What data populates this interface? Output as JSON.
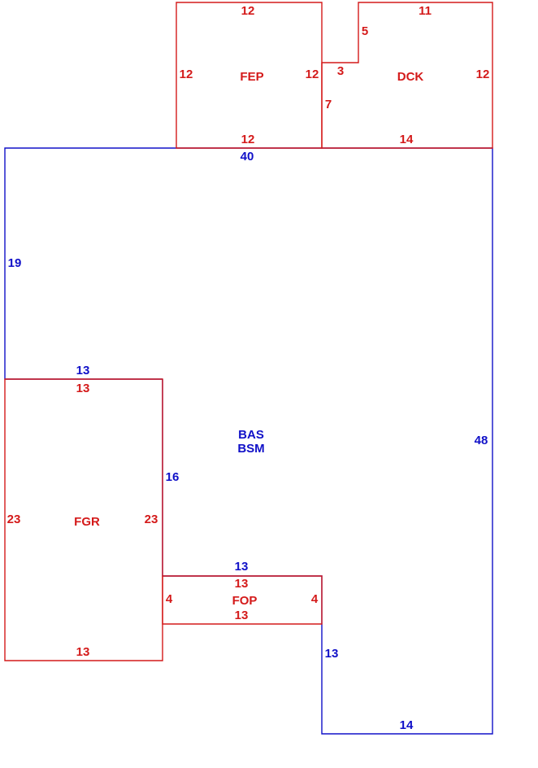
{
  "colors": {
    "main": "#1010c8",
    "addition": "#d41a1a",
    "background": "#ffffff"
  },
  "areas": {
    "main": {
      "code_1": "BAS",
      "code_2": "BSM"
    },
    "garage": {
      "code": "FGR"
    },
    "front_enclosed_porch": {
      "code": "FEP"
    },
    "deck": {
      "code": "DCK"
    },
    "front_open_porch": {
      "code": "FOP"
    }
  },
  "dimensions": {
    "main_top": "40",
    "main_left": "19",
    "main_right": "48",
    "main_bottom": "14",
    "main_garage_top": "13",
    "main_garage_right": "16",
    "main_porch_top": "13",
    "main_step_right": "13",
    "fep_top": "12",
    "fep_left": "12",
    "fep_right": "12",
    "fep_bottom": "12",
    "dck_top": "11",
    "dck_right": "12",
    "dck_bottom": "14",
    "dck_notch_top": "5",
    "dck_notch_side": "3",
    "dck_left": "7",
    "fgr_top": "13",
    "fgr_left": "23",
    "fgr_right": "23",
    "fgr_bottom": "13",
    "fop_top": "13",
    "fop_left": "4",
    "fop_right": "4",
    "fop_bottom": "13"
  }
}
